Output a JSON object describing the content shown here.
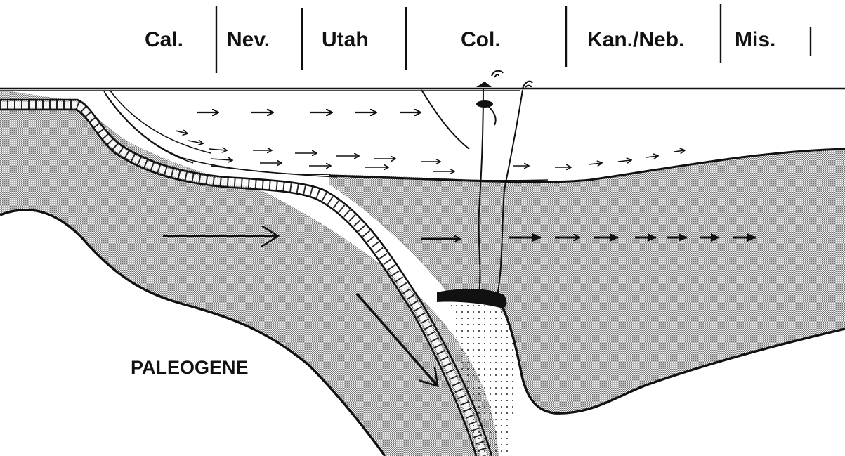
{
  "states": [
    "Cal.",
    "Nev.",
    "Utah",
    "Col.",
    "Kan./Neb.",
    "Mis."
  ],
  "era_label": "PALEOGENE",
  "colors": {
    "ink": "#111111",
    "shade_light": "#ffffff",
    "shade_dark": "#6f6f6f",
    "background": "#ffffff"
  }
}
